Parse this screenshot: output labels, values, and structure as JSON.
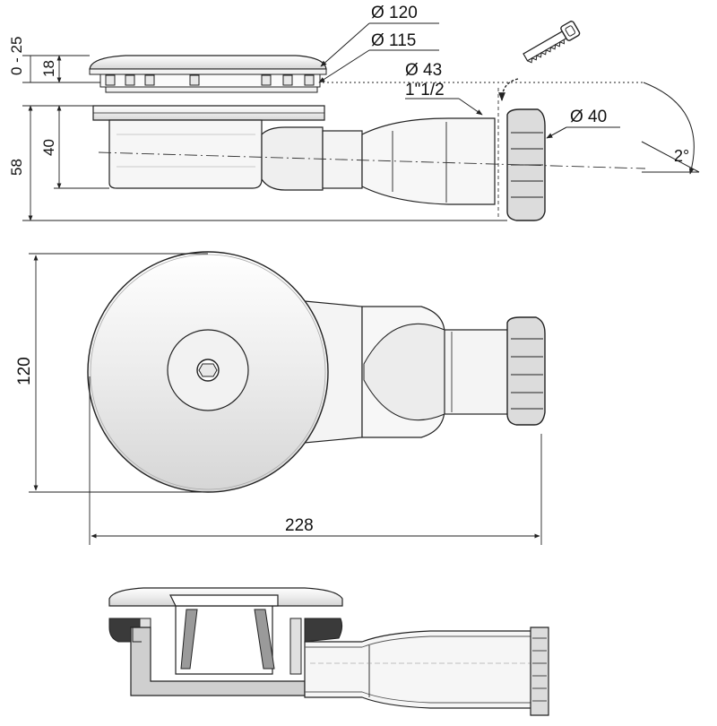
{
  "side_view": {
    "dims": {
      "dia_120": "Ø 120",
      "dia_115": "Ø 115",
      "dia_43": "Ø 43",
      "thread": "1\"1/2",
      "dia_40": "Ø 40",
      "height_adjust": "0 - 25",
      "height_18": "18",
      "height_40": "40",
      "height_58": "58",
      "angle": "2°"
    }
  },
  "top_view": {
    "dims": {
      "width_120": "120",
      "length_228": "228"
    }
  },
  "colors": {
    "line": "#222222",
    "fill_light": "#f4f4f4",
    "fill_mid": "#e6e6e6",
    "fill_dark": "#9a9a9a",
    "seal": "#3a3a3a"
  }
}
